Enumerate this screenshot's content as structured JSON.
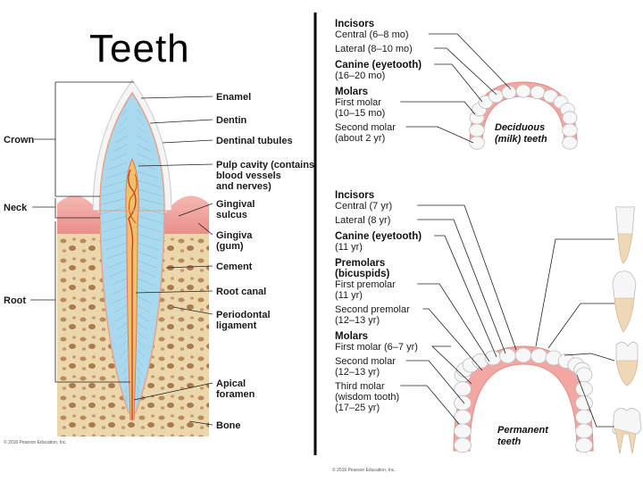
{
  "title": "Teeth",
  "tooth_section": {
    "region_labels": {
      "crown": "Crown",
      "neck": "Neck",
      "root": "Root"
    },
    "structure_labels": [
      {
        "id": "enamel",
        "lines": [
          "Enamel"
        ]
      },
      {
        "id": "dentin",
        "lines": [
          "Dentin"
        ]
      },
      {
        "id": "dentinal-tubules",
        "lines": [
          "Dentinal tubules"
        ]
      },
      {
        "id": "pulp-cavity",
        "lines": [
          "Pulp cavity (contains",
          "blood vessels",
          "and nerves)"
        ]
      },
      {
        "id": "gingival-sulcus",
        "lines": [
          "Gingival",
          "sulcus"
        ]
      },
      {
        "id": "gingiva",
        "lines": [
          "Gingiva",
          "(gum)"
        ]
      },
      {
        "id": "cement",
        "lines": [
          "Cement"
        ]
      },
      {
        "id": "root-canal",
        "lines": [
          "Root canal"
        ]
      },
      {
        "id": "periodontal-ligament",
        "lines": [
          "Periodontal",
          "ligament"
        ]
      },
      {
        "id": "apical-foramen",
        "lines": [
          "Apical",
          "foramen"
        ]
      },
      {
        "id": "bone",
        "lines": [
          "Bone"
        ]
      }
    ],
    "copyright": "© 2016 Pearson Education, Inc."
  },
  "deciduous": {
    "groups": [
      {
        "heading": "Incisors",
        "items": [
          {
            "lines": [
              "Central (6–8 mo)"
            ]
          },
          {
            "lines": [
              "Lateral (8–10 mo)"
            ]
          }
        ]
      },
      {
        "heading": "",
        "items": [
          {
            "bold_first": true,
            "lines": [
              "Canine (eyetooth)",
              "(16–20 mo)"
            ]
          }
        ]
      },
      {
        "heading": "Molars",
        "items": [
          {
            "lines": [
              "First molar",
              "(10–15 mo)"
            ]
          },
          {
            "lines": [
              "Second molar",
              "(about 2 yr)"
            ]
          }
        ]
      }
    ],
    "arch_label": [
      "Deciduous",
      "(milk) teeth"
    ]
  },
  "permanent": {
    "groups": [
      {
        "heading": "Incisors",
        "items": [
          {
            "lines": [
              "Central (7 yr)"
            ]
          },
          {
            "lines": [
              "Lateral (8 yr)"
            ]
          }
        ]
      },
      {
        "heading": "",
        "items": [
          {
            "bold_first": true,
            "lines": [
              "Canine (eyetooth)",
              "(11 yr)"
            ]
          }
        ]
      },
      {
        "heading": "Premolars",
        "heading2": "(bicuspids)",
        "items": [
          {
            "lines": [
              "First premolar",
              "(11 yr)"
            ]
          },
          {
            "lines": [
              "Second premolar",
              "(12–13 yr)"
            ]
          }
        ]
      },
      {
        "heading": "Molars",
        "items": [
          {
            "lines": [
              "First molar (6–7 yr)"
            ]
          },
          {
            "lines": [
              "Second molar",
              "(12–13 yr)"
            ]
          },
          {
            "lines": [
              "Third molar",
              "(wisdom tooth)",
              "(17–25 yr)"
            ]
          }
        ]
      }
    ],
    "arch_label": [
      "Permanent",
      "teeth"
    ],
    "copyright": "© 2016 Pearson Education, Inc."
  },
  "colors": {
    "dentin": "#9fd3ea",
    "enamel": "#f4f4f4",
    "gingiva": "#f2a7a3",
    "bone": "#e8d2a8",
    "bone_spots": "#b8895a",
    "pulp": "#f0b860",
    "vessel": "#c0392b",
    "tooth_white": "#f6f6f6"
  }
}
